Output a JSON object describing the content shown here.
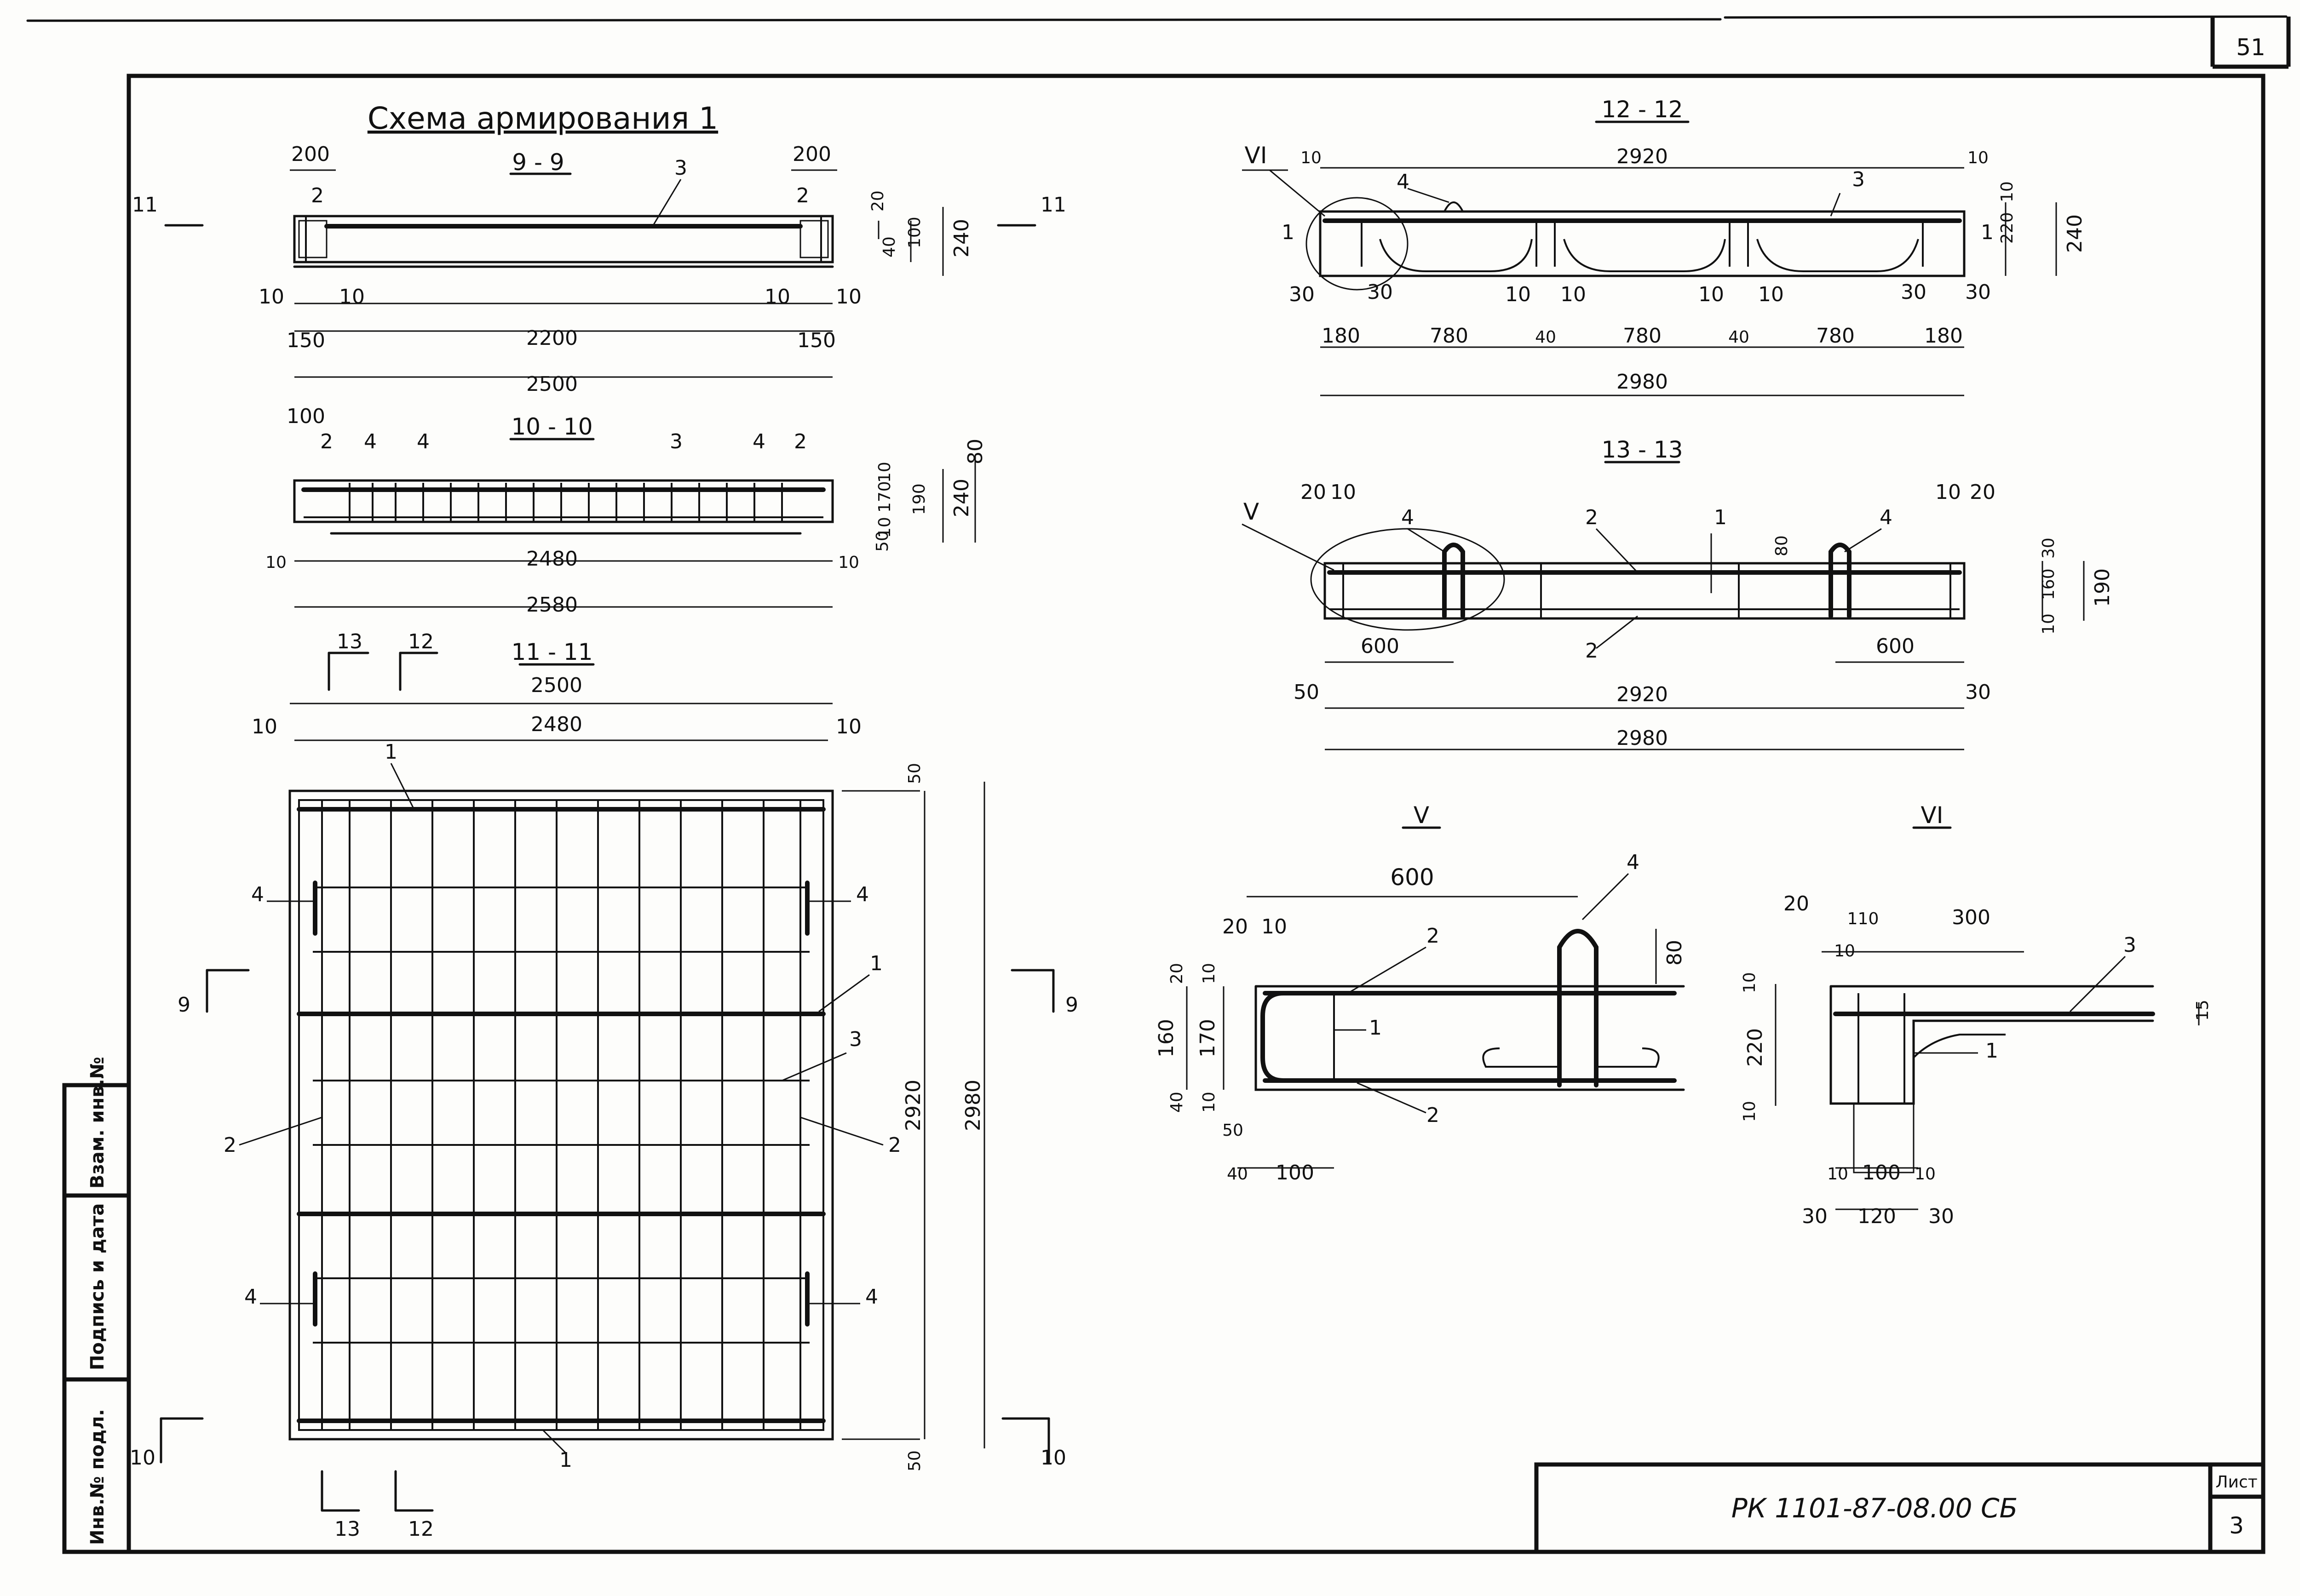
{
  "sheet_number": "51",
  "drawing_code": "РК 1101-87-08.00 СБ",
  "title_block": {
    "list_label": "Лист",
    "list_number": "3"
  },
  "side_stamp": {
    "inv_orig": "Инв.№ подл.",
    "sign_date": "Подпись и дата",
    "repl_inv": "Взам. инв.№"
  },
  "scheme_title": "Схема армирования 1",
  "sections": {
    "s9": {
      "title": "9 - 9",
      "dims": [
        "200",
        "200",
        "20",
        "100",
        "240",
        "40",
        "10",
        "10",
        "10",
        "10",
        "150",
        "2200",
        "150",
        "2500"
      ],
      "marks": [
        "2",
        "2",
        "3"
      ],
      "cut": "11"
    },
    "s10": {
      "title": "10 - 10",
      "dims": [
        "100",
        "80",
        "10",
        "170",
        "190",
        "240",
        "10",
        "50",
        "10",
        "2480",
        "10",
        "2580"
      ],
      "marks": [
        "2",
        "4",
        "4",
        "3",
        "4",
        "2"
      ]
    },
    "s11": {
      "title": "11 - 11",
      "dims": [
        "2500",
        "10",
        "2480",
        "10",
        "50",
        "2920",
        "2980",
        "50"
      ],
      "marks": [
        "1",
        "4",
        "4",
        "1",
        "3",
        "2",
        "2",
        "4",
        "4",
        "1"
      ],
      "cuts": [
        "13",
        "12",
        "9",
        "9",
        "10",
        "10",
        "13",
        "12"
      ]
    },
    "s12": {
      "title": "12 - 12",
      "dims": [
        "2920",
        "10",
        "10",
        "220",
        "240",
        "10",
        "30",
        "30",
        "10",
        "10",
        "10",
        "10",
        "30",
        "30",
        "180",
        "780",
        "40",
        "780",
        "40",
        "780",
        "180",
        "2980"
      ],
      "marks": [
        "VI",
        "4",
        "3",
        "1",
        "1"
      ]
    },
    "s13": {
      "title": "13 - 13",
      "dims": [
        "20",
        "10",
        "80",
        "10",
        "20",
        "30",
        "160",
        "190",
        "10",
        "600",
        "600",
        "50",
        "2920",
        "30",
        "2980"
      ],
      "marks": [
        "V",
        "4",
        "2",
        "1",
        "4",
        "2"
      ]
    },
    "detailV": {
      "title": "V",
      "dims": [
        "600",
        "20",
        "10",
        "80",
        "20",
        "10",
        "160",
        "170",
        "40",
        "10",
        "50",
        "40",
        "100"
      ],
      "marks": [
        "4",
        "2",
        "1",
        "2"
      ]
    },
    "detailVI": {
      "title": "VI",
      "dims": [
        "20",
        "110",
        "300",
        "10",
        "10",
        "15",
        "220",
        "10",
        "10",
        "100",
        "10",
        "30",
        "120",
        "30"
      ],
      "marks": [
        "3",
        "1"
      ]
    }
  }
}
